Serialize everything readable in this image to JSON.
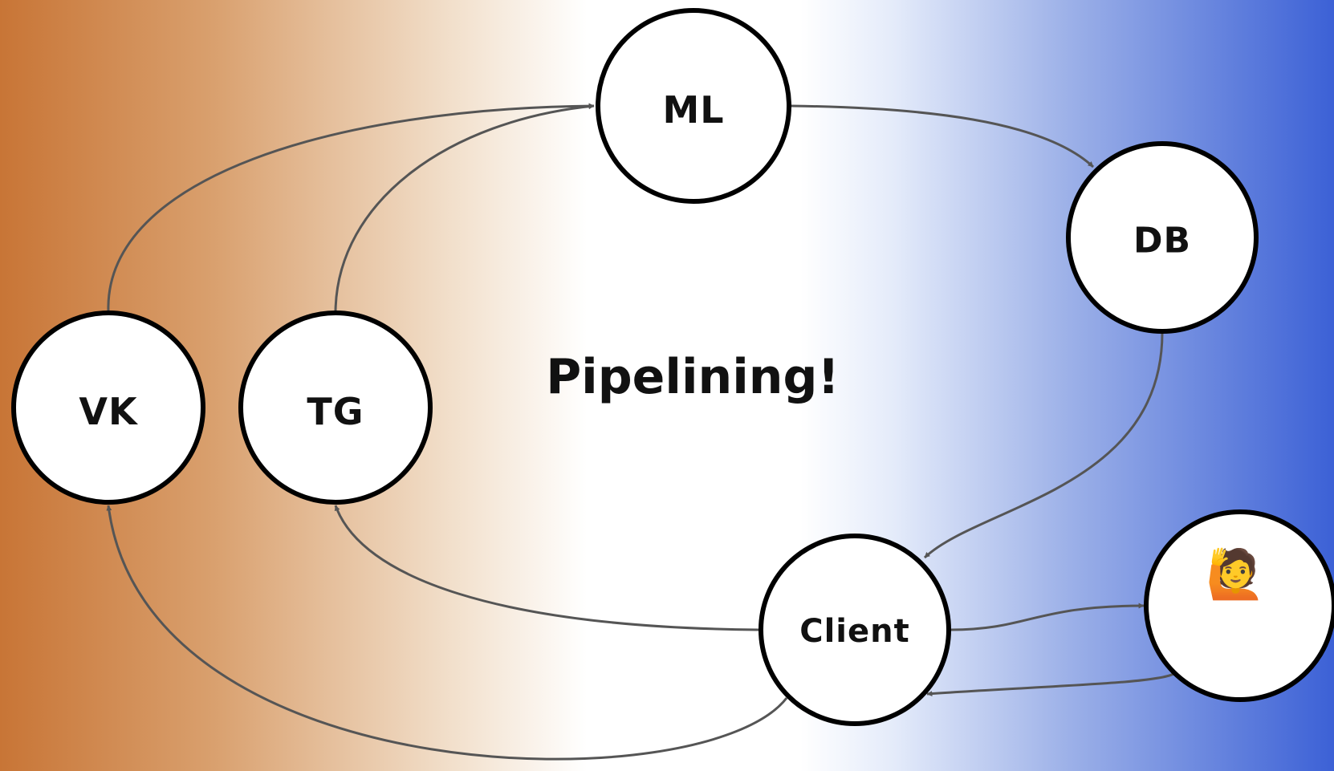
{
  "diagram": {
    "title": "Pipelining!",
    "nodes": {
      "ml": {
        "label": "ML"
      },
      "db": {
        "label": "DB"
      },
      "vk": {
        "label": "VK"
      },
      "tg": {
        "label": "TG"
      },
      "client": {
        "label": "Client"
      },
      "user": {
        "label": "🙋"
      }
    },
    "edges": [
      {
        "from": "VK",
        "to": "ML"
      },
      {
        "from": "TG",
        "to": "ML"
      },
      {
        "from": "ML",
        "to": "DB"
      },
      {
        "from": "DB",
        "to": "Client"
      },
      {
        "from": "Client",
        "to": "TG"
      },
      {
        "from": "Client",
        "to": "VK"
      },
      {
        "from": "Client",
        "to": "User"
      },
      {
        "from": "User",
        "to": "Client"
      }
    ],
    "colors": {
      "edge": "#555555",
      "node_fill": "#ffffff",
      "node_stroke": "#000000",
      "gradient_left": "#c87536",
      "gradient_right": "#3c61d6"
    }
  }
}
